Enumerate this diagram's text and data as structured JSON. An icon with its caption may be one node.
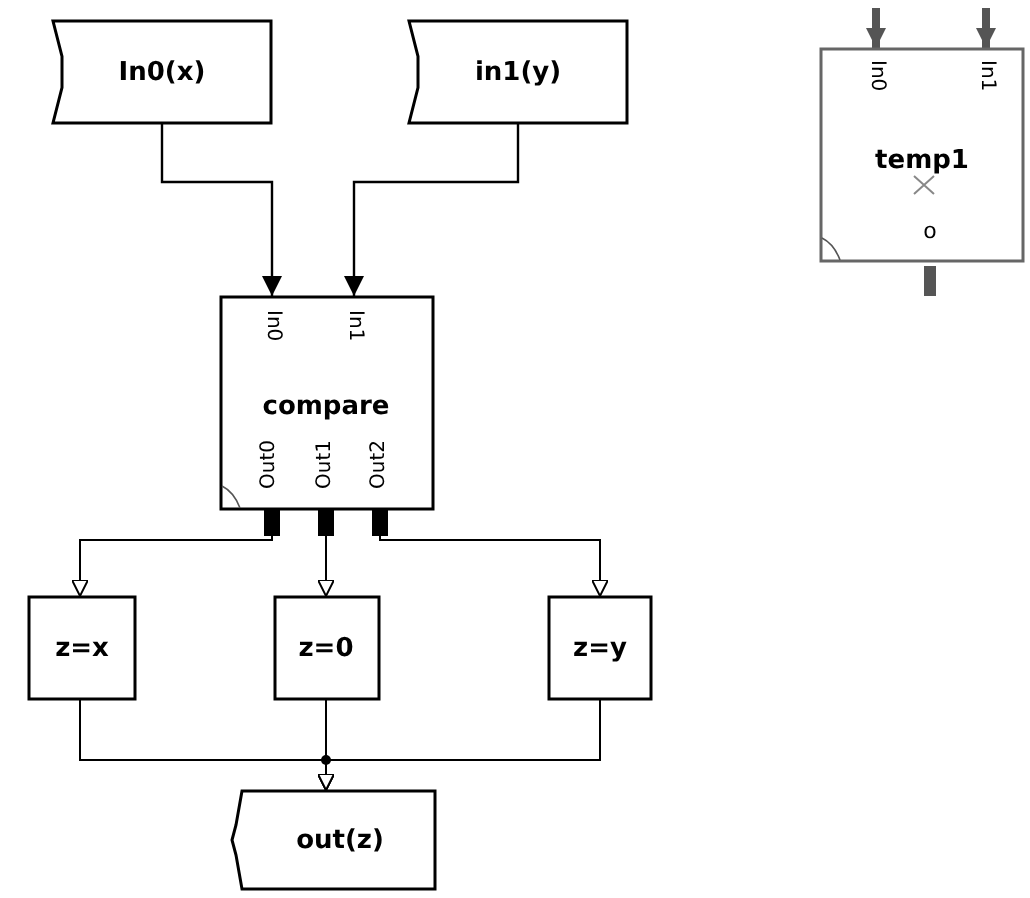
{
  "diagram": {
    "nodes": [
      {
        "text": [
          "In0(x)"
        ]
      },
      {
        "text": [
          "in1(y)"
        ]
      },
      {
        "text": [
          "In0",
          "In1",
          "compare",
          "Out0",
          "Out1",
          "Out2"
        ]
      },
      {
        "text": [
          "In0",
          "In1",
          "temp1",
          "o"
        ]
      },
      {
        "text": [
          "z=x"
        ]
      },
      {
        "text": [
          "z=0"
        ]
      },
      {
        "text": [
          "z=y"
        ]
      },
      {
        "text": [
          "out(z)"
        ]
      }
    ],
    "edges": [
      {
        "from": 0,
        "to": 2,
        "arrow": "to"
      },
      {
        "from": 1,
        "to": 2,
        "arrow": "to"
      },
      {
        "from": 2,
        "to": 4,
        "arrow": "to"
      },
      {
        "from": 2,
        "to": 5,
        "arrow": "to"
      },
      {
        "from": 2,
        "to": 6,
        "arrow": "to"
      },
      {
        "from": 4,
        "to": 7,
        "arrow": "to"
      },
      {
        "from": 5,
        "to": 7,
        "arrow": "to"
      },
      {
        "from": 6,
        "to": 7,
        "arrow": "to"
      },
      {
        "from": null,
        "to": 3,
        "arrow": "to",
        "style": "thick",
        "color": "#555555"
      },
      {
        "from": null,
        "to": 3,
        "arrow": "to",
        "style": "thick",
        "color": "#555555"
      }
    ]
  }
}
